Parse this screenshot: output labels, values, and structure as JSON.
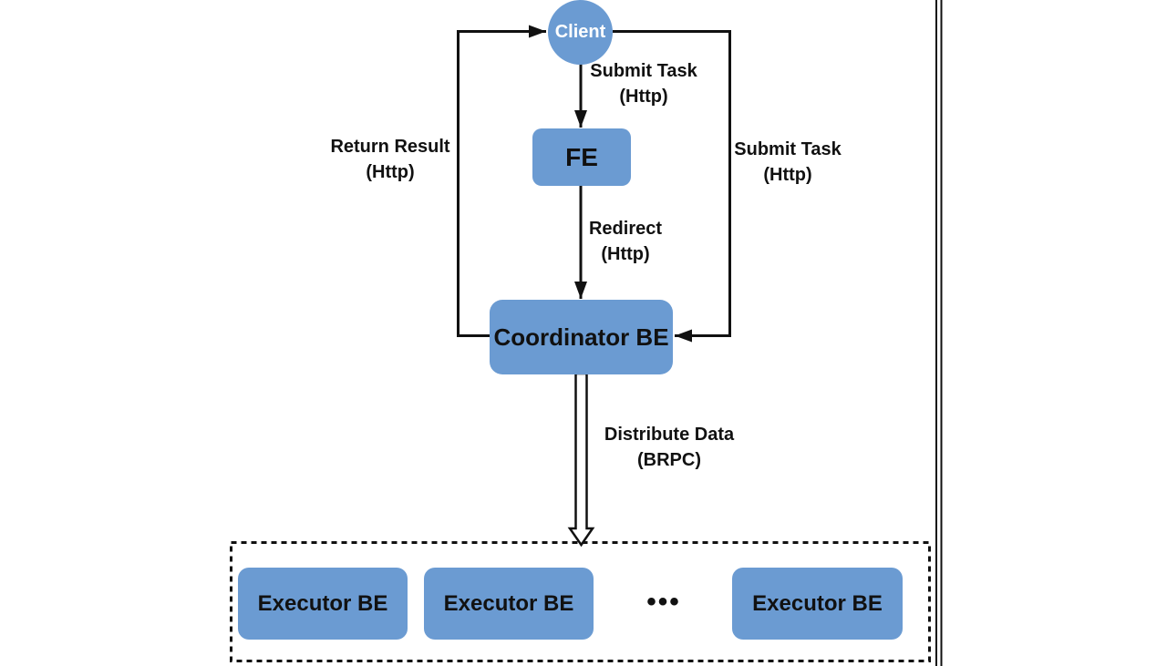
{
  "colors": {
    "node_fill": "#6b9bd2",
    "line": "#111111",
    "label_text": "#111111",
    "node_text": "#111111",
    "client_text": "#ffffff"
  },
  "diagram": {
    "nodes": {
      "client": {
        "label": "Client"
      },
      "fe": {
        "label": "FE"
      },
      "coordinator_be": {
        "label": "Coordinator BE"
      },
      "executor_be_1": {
        "label": "Executor BE"
      },
      "executor_be_2": {
        "label": "Executor BE"
      },
      "executor_be_3": {
        "label": "Executor BE"
      },
      "executor_ellipsis": {
        "label": "•••"
      }
    },
    "edges": {
      "client_to_fe": {
        "label_line1": "Submit Task",
        "label_line2": "(Http)"
      },
      "coordinator_to_client": {
        "label_line1": "Return Result",
        "label_line2": "(Http)"
      },
      "client_to_coordinator": {
        "label_line1": "Submit Task",
        "label_line2": "(Http)"
      },
      "fe_to_coordinator": {
        "label_line1": "Redirect",
        "label_line2": "(Http)"
      },
      "coordinator_to_executors": {
        "label_line1": "Distribute Data",
        "label_line2": "(BRPC)"
      }
    }
  }
}
